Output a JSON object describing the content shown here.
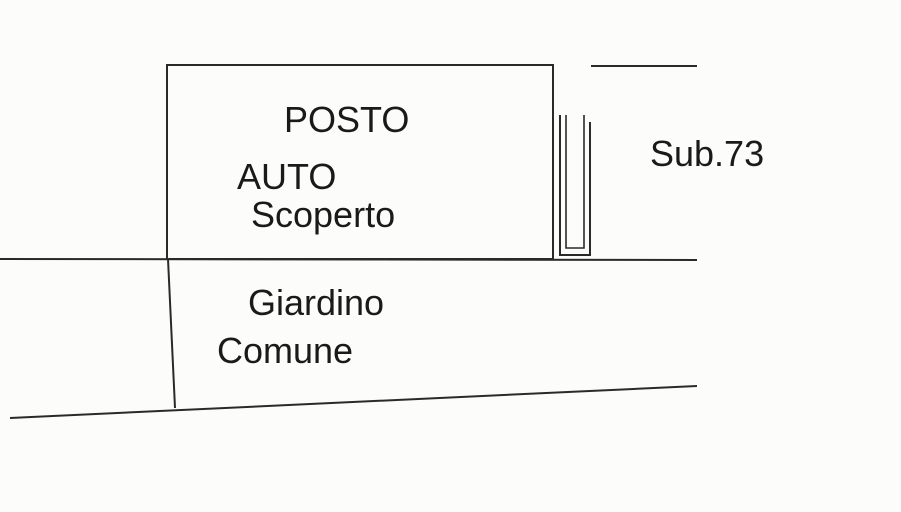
{
  "labels": {
    "posto": "POSTO",
    "auto": "AUTO",
    "scoperto": "Scoperto",
    "sub": "Sub.73",
    "giardino": "Giardino",
    "comune": "Comune"
  },
  "colors": {
    "line": "#2a2a2a",
    "text": "#1a1a1a",
    "background": "#fcfcfa"
  }
}
